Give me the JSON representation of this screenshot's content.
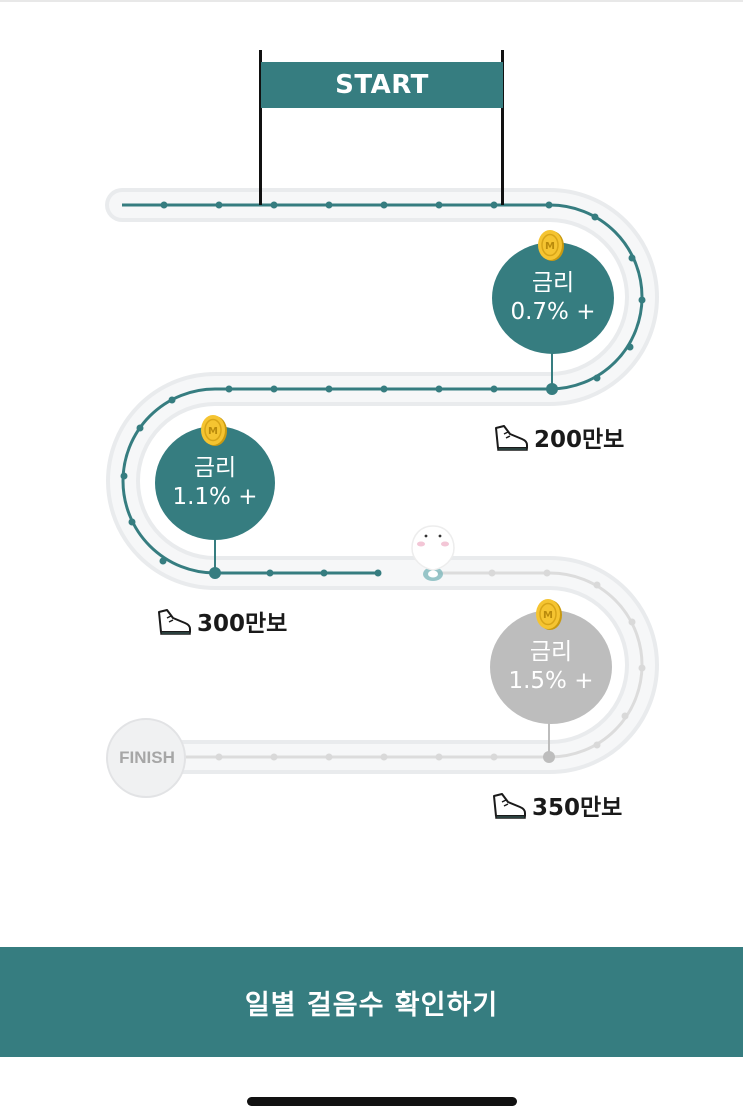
{
  "start_label": "START",
  "finish_label": "FINISH",
  "milestones": [
    {
      "label": "금리",
      "rate": "0.7% +",
      "steps": "200만보",
      "reached": true
    },
    {
      "label": "금리",
      "rate": "1.1% +",
      "steps": "300만보",
      "reached": true
    },
    {
      "label": "금리",
      "rate": "1.5% +",
      "steps": "350만보",
      "reached": false
    }
  ],
  "coin_mark": "M",
  "cta_label": "일별 걸음수 확인하기",
  "colors": {
    "accent": "#367d80",
    "track": "#e9ebed",
    "inactive": "#bdbdbd"
  }
}
